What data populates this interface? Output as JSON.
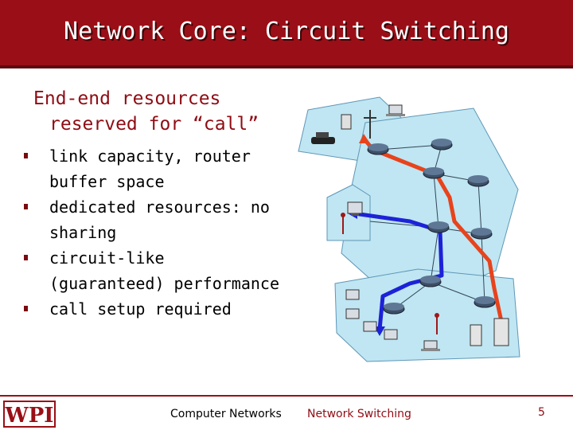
{
  "slide": {
    "title": "Network Core: Circuit Switching",
    "heading_line1": "End-end resources",
    "heading_line2": "reserved for “call”",
    "bullets": [
      "link capacity, router buffer space",
      "dedicated resources: no sharing",
      "circuit-like (guaranteed) performance",
      "call setup required"
    ]
  },
  "footer": {
    "logo_text": "WPI",
    "course": "Computer Networks",
    "topic": "Network Switching",
    "page": "5"
  },
  "colors": {
    "title_bar": "#9a0f17",
    "heading": "#8f0c14",
    "circuit_red": "#e8431c",
    "circuit_blue": "#1d22d8",
    "network_water": "#bfe6f2"
  }
}
